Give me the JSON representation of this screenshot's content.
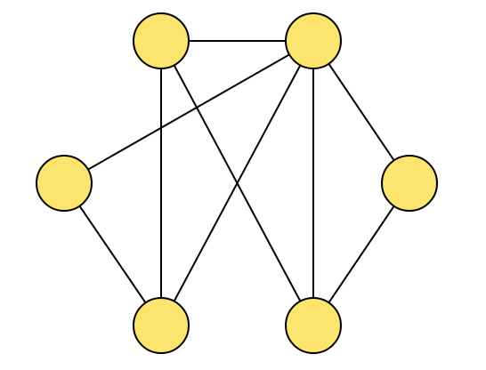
{
  "graph": {
    "node_fill": "#fbe56e",
    "stroke_color": "#000000",
    "nodes": [
      {
        "id": "top-left"
      },
      {
        "id": "top-right"
      },
      {
        "id": "middle-left"
      },
      {
        "id": "middle-right"
      },
      {
        "id": "bottom-left"
      },
      {
        "id": "bottom-right"
      }
    ],
    "edges": [
      [
        "top-left",
        "top-right"
      ],
      [
        "top-left",
        "bottom-left"
      ],
      [
        "top-left",
        "bottom-right"
      ],
      [
        "top-right",
        "middle-left"
      ],
      [
        "top-right",
        "bottom-left"
      ],
      [
        "top-right",
        "bottom-right"
      ],
      [
        "top-right",
        "middle-right"
      ],
      [
        "middle-left",
        "bottom-left"
      ],
      [
        "middle-right",
        "bottom-right"
      ]
    ]
  }
}
